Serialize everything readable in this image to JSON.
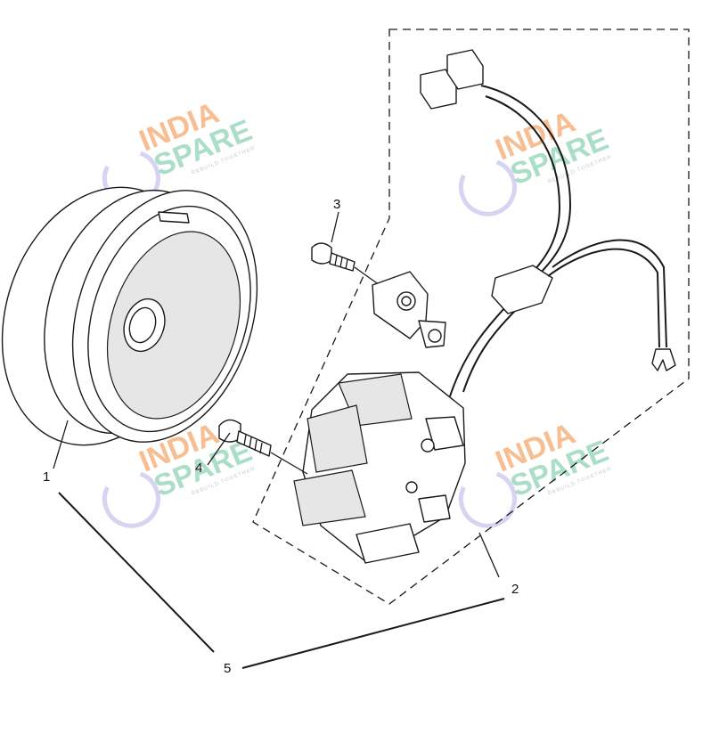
{
  "callouts": {
    "flywheel": "1",
    "stator_assembly": "2",
    "pickup_screw": "3",
    "stator_screw": "4",
    "assembly_set": "5"
  },
  "watermark": {
    "line1": "INDIA",
    "line2": "SPARE",
    "tagline": "REBUILD TOGETHER",
    "colors": {
      "india": "#f6a96e",
      "spare": "#8fd3b4",
      "icon": "#c9c6ee"
    }
  }
}
